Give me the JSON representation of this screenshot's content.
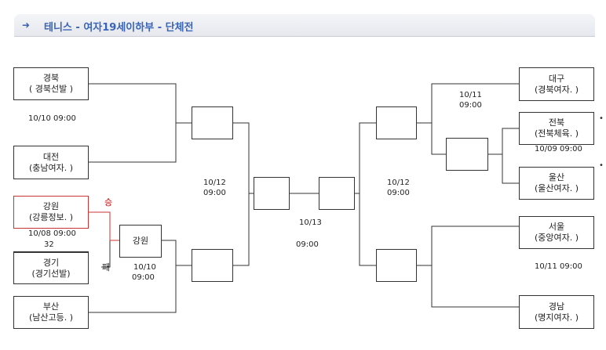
{
  "header": {
    "title": "테니스 - 여자19세이하부 - 단체전"
  },
  "left": {
    "teams": [
      {
        "name": "경북",
        "school": "( 경북선발 )"
      },
      {
        "name": "대전",
        "school": "(충남여자. )"
      },
      {
        "name": "강원",
        "school": "(강릉정보. )"
      },
      {
        "name": "경기",
        "school": "(경기선발)"
      },
      {
        "name": "부산",
        "school": "(남산고등. )"
      }
    ],
    "match1_time": "10/10   09:00",
    "match2_time": "10/08   09:00",
    "match2_score": "32",
    "win_label": "승",
    "lose_label": "패",
    "r2_winner": "강원",
    "r2_date": "10/10",
    "r2_time": "09:00",
    "semi_date": "10/12",
    "semi_time": "09:00"
  },
  "final": {
    "date": "10/13",
    "time": "09:00"
  },
  "right": {
    "teams": [
      {
        "name": "대구",
        "school": "(경북여자. )"
      },
      {
        "name": "전북",
        "school": "(전북체육. )"
      },
      {
        "name": "울산",
        "school": "(울산여자. )"
      },
      {
        "name": "서울",
        "school": "(중앙여자. )"
      },
      {
        "name": "경남",
        "school": "(명지여자. )"
      }
    ],
    "m1_date": "10/11",
    "m1_time": "09:00",
    "m2_time": "10/09   09:00",
    "semi_date": "10/12",
    "semi_time": "09:00",
    "m3_time": "10/11   09:00"
  }
}
